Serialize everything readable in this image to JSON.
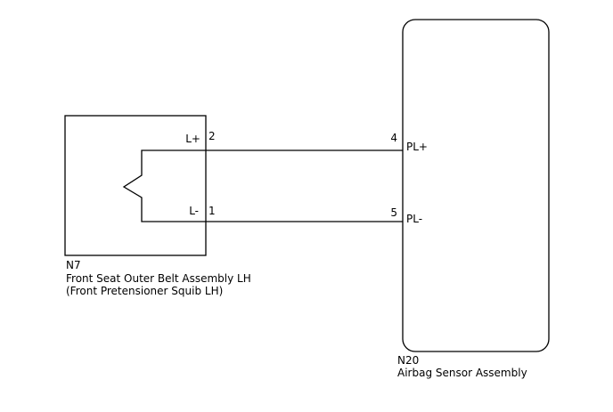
{
  "left_component": {
    "id": "N7",
    "name": "Front Seat Outer Belt Assembly LH",
    "subname": "(Front Pretensioner Squib LH)",
    "pins": {
      "top": {
        "label": "L+",
        "number": "2"
      },
      "bottom": {
        "label": "L-",
        "number": "1"
      }
    }
  },
  "right_component": {
    "id": "N20",
    "name": "Airbag Sensor Assembly",
    "pins": {
      "top": {
        "label": "PL+",
        "number": "4"
      },
      "bottom": {
        "label": "PL-",
        "number": "5"
      }
    }
  },
  "colors": {
    "line": "#000000",
    "background": "#ffffff"
  }
}
